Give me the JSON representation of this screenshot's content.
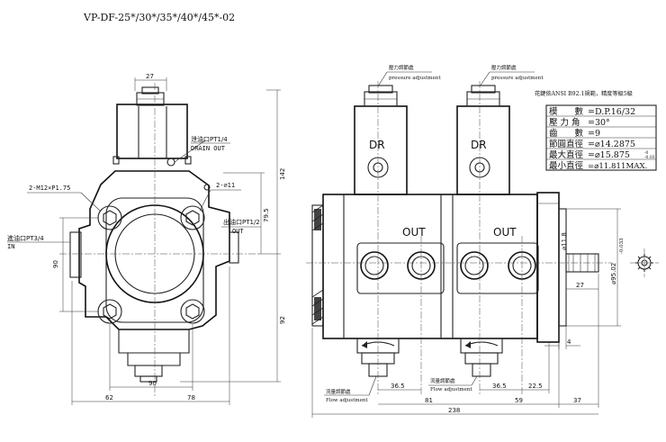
{
  "title": "VP-DF-25*/30*/35*/40*/45*-02",
  "front_view": {
    "drain_label_line1": "泄油口PT1/4",
    "drain_label_line2": "DRAIN OUT",
    "hole_label": "2-⌀11",
    "mount_thread_label": "2-M12×P1.75",
    "inlet_label_line1": "進油口PT3/4",
    "inlet_label_line2": "IN",
    "outlet_label_line1": "出油口PT1/2",
    "outlet_label_line2": "OUT",
    "dim_27": "27",
    "dim_142": "142",
    "dim_79_5": "79.5",
    "dim_92": "92",
    "dim_90_vertical": "90",
    "dim_90_horizontal": "90",
    "dim_62": "62",
    "dim_78": "78"
  },
  "side_view": {
    "pressure_adj_cn_left": "壓力調節處",
    "pressure_adj_en_left": "pressure adjustment",
    "pressure_adj_cn_right": "壓力調節處",
    "pressure_adj_en_right": "pressure adjustment",
    "dr_left": "DR",
    "dr_right": "DR",
    "out_left": "OUT",
    "out_right": "OUT",
    "flow_adj_cn_left": "流量調節處",
    "flow_adj_en_left": "Flow adjustment",
    "flow_adj_cn_right": "流量調節處",
    "flow_adj_en_right": "Flow adjustment",
    "dim_36_5_left": "36.5",
    "dim_36_5_right": "36.5",
    "dim_22_5": "22.5",
    "dim_81": "81",
    "dim_59": "59",
    "dim_37": "37",
    "dim_238": "238",
    "dim_4": "4",
    "dim_27_shaft": "27",
    "dim_shaft_dia": "⌀11.8",
    "dim_pilot_dia": "⌀95.02",
    "dim_pilot_tol": "-0.033"
  },
  "spline_table": {
    "heading": "花鍵依ANSI B92.1規範，精度等級5級",
    "rows": [
      {
        "label": "模　　數",
        "value": "=D.P.16/32"
      },
      {
        "label": "壓 力 角",
        "value": "=30°"
      },
      {
        "label": "齒　　數",
        "value": "=9"
      },
      {
        "label": "節圓直徑",
        "value": "=⌀14.2875"
      },
      {
        "label": "最大直徑",
        "value": "=⌀15.875"
      },
      {
        "label": "最小直徑",
        "value": "=⌀11.811MAX."
      }
    ],
    "max_dia_tol_top": "-0",
    "max_dia_tol_bottom": "-0.03"
  }
}
